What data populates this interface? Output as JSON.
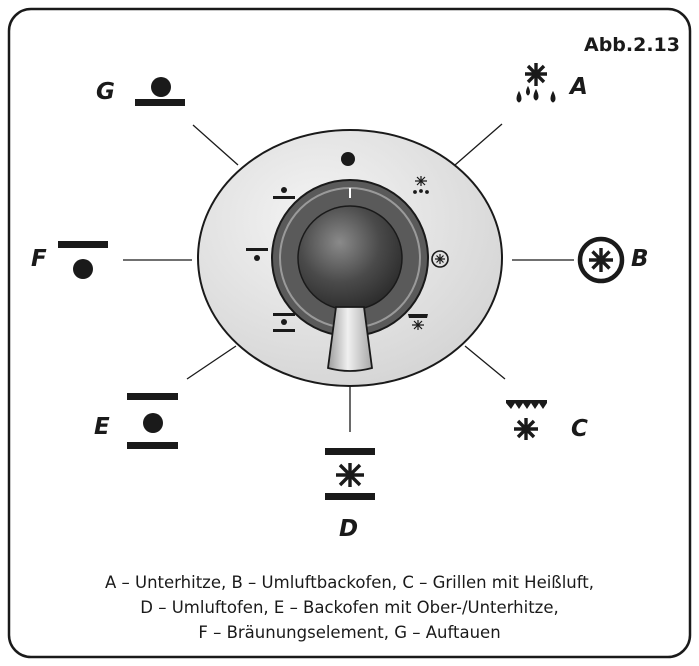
{
  "figure_title": "Abb.2.13",
  "labels": {
    "A": "A",
    "B": "B",
    "C": "C",
    "D": "D",
    "E": "E",
    "F": "F",
    "G": "G"
  },
  "caption": {
    "line1": "A – Unterhitze,  B – Umluftbackofen,  C – Grillen mit Heißluft,",
    "line2": "D – Umluftofen,   E – Backofen mit Ober-/Unterhitze,",
    "line3": "F – Bräunungselement,  G – Auftauen"
  },
  "colors": {
    "ink": "#1a1a1a",
    "panel": "#e6e6e6",
    "knob": "#4a4a4a",
    "handle": "#d9d9d9"
  },
  "icons": [
    "defrost-icon",
    "fan-circle-icon",
    "grill-fan-icon",
    "fan-heater-icon",
    "top-bottom-heat-icon",
    "top-heat-icon",
    "bottom-heat-icon"
  ]
}
